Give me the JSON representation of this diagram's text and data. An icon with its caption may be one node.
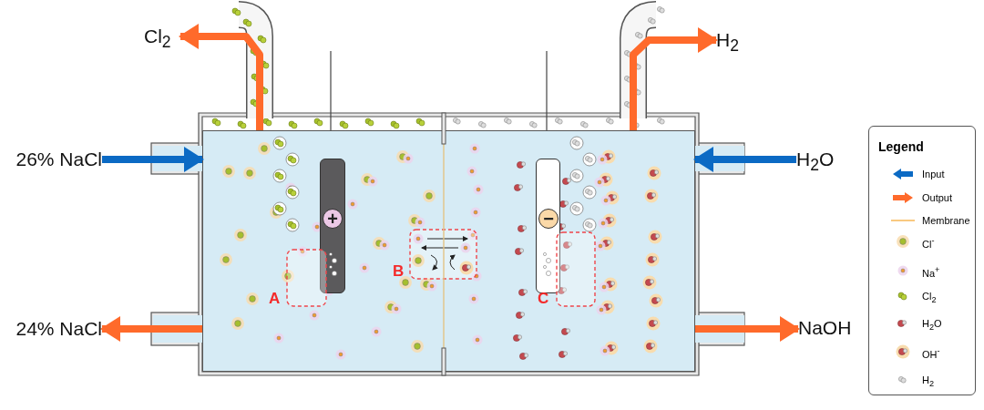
{
  "diagram": {
    "nodes": [
      {
        "text": [],
        "shape": "box"
      },
      {
        "text": [
          "26% NaCl"
        ]
      },
      {
        "text": [
          "24% NaCl"
        ]
      },
      {
        "text": [
          "Cl$_{2}$"
        ]
      },
      {
        "text": [
          "H$_{2}$O"
        ]
      },
      {
        "text": [
          "NaOH"
        ]
      },
      {
        "text": [
          "H$_{2}$"
        ]
      },
      {
        "text": [
          "+"
        ],
        "in": 0
      },
      {
        "text": [
          "−"
        ],
        "in": 0
      },
      {
        "text": [
          "A"
        ],
        "in": 0
      },
      {
        "text": [
          "B"
        ],
        "in": 0
      },
      {
        "text": [
          "C"
        ],
        "in": 0
      }
    ],
    "edges": [
      {
        "from": 1,
        "to": 0,
        "arrow": "to",
        "color": "#0b6ac4"
      },
      {
        "from": 0,
        "to": 2,
        "arrow": "to",
        "color": "#ff6a2b"
      },
      {
        "from": 0,
        "to": 3,
        "arrow": "to",
        "color": "#ff6a2b"
      },
      {
        "from": 4,
        "to": 0,
        "arrow": "to",
        "color": "#0b6ac4"
      },
      {
        "from": 0,
        "to": 5,
        "arrow": "to",
        "color": "#ff6a2b"
      },
      {
        "from": 0,
        "to": 6,
        "arrow": "to",
        "color": "#ff6a2b"
      }
    ],
    "legend": [
      {
        "text": "Legend"
      },
      {
        "text": "Input"
      },
      {
        "text": "Output"
      },
      {
        "text": "Membrane"
      },
      {
        "text": "Cl$^{-}$"
      },
      {
        "text": "Na$^{+}$"
      },
      {
        "text": "Cl$_{2}$"
      },
      {
        "text": "H$_{2}$O"
      },
      {
        "text": "OH$^{-}$"
      },
      {
        "text": "H$_{2}$"
      }
    ]
  }
}
